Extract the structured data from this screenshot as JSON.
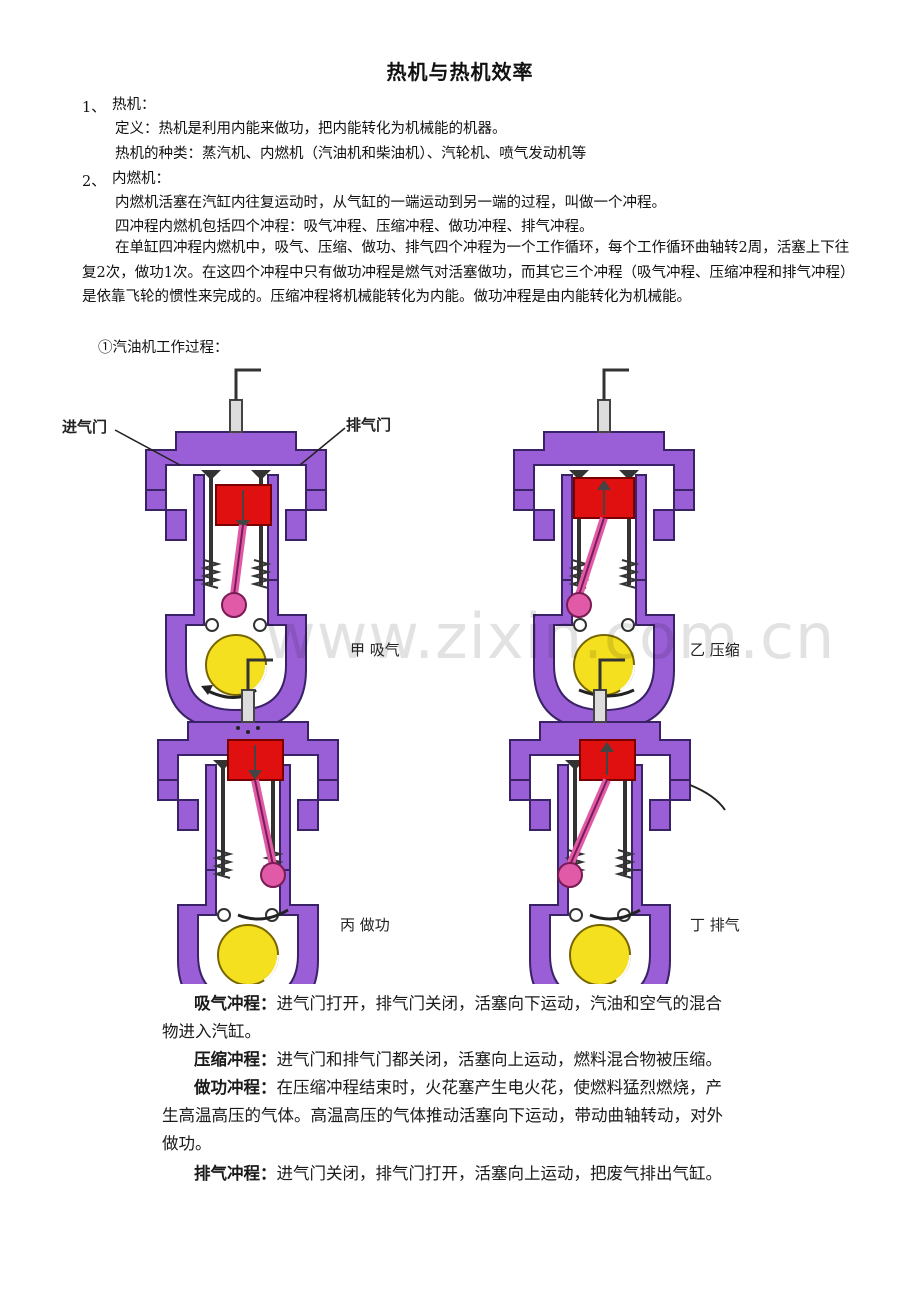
{
  "doc": {
    "title": "热机与热机效率",
    "s1": {
      "num": "1、",
      "heading": "热机：",
      "def": "定义：热机是利用内能来做功，把内能转化为机械能的机器。",
      "kinds": "热机的种类：蒸汽机、内燃机（汽油机和柴油机）、汽轮机、喷气发动机等"
    },
    "s2": {
      "num": "2、",
      "heading": "内燃机：",
      "p1": "内燃机活塞在汽缸内往复运动时，从气缸的一端运动到另一端的过程，叫做一个冲程。",
      "p2": "四冲程内燃机包括四个冲程：吸气冲程、压缩冲程、做功冲程、排气冲程。",
      "p3": "在单缸四冲程内燃机中，吸气、压缩、做功、排气四个冲程为一个工作循环，每个工作循环曲轴转2周，活塞上下往复2次，做功1次。在这四个冲程中只有做功冲程是燃气对活塞做功，而其它三个冲程（吸气冲程、压缩冲程和排气冲程）是依靠飞轮的惯性来完成的。压缩冲程将机械能转化为内能。做功冲程是由内能转化为机械能。",
      "sub": "①汽油机工作过程："
    }
  },
  "figure": {
    "labels": {
      "intake_valve": "进气门",
      "exhaust_valve": "排气门"
    },
    "panels": [
      {
        "caption": "甲 吸气"
      },
      {
        "caption": "乙 压缩"
      },
      {
        "caption": "丙  做功"
      },
      {
        "caption": "丁  排气"
      }
    ],
    "watermark": "www.zixin.com.cn",
    "colors": {
      "casing": "#9a5fd6",
      "piston": "#e01010",
      "flywheel": "#f5e020",
      "crank": "#e05aa8"
    }
  },
  "strokes": {
    "intake": {
      "name": "吸气冲程：",
      "text1": "进气门打开，排气门关闭，活塞向下运动，汽油和空气的混合",
      "text2": "物进入汽缸。"
    },
    "compress": {
      "name": "压缩冲程：",
      "text1": "进气门和排气门都关闭，活塞向上运动，燃料混合物被压缩。"
    },
    "power": {
      "name": "做功冲程：",
      "text1": "在压缩冲程结束时，火花塞产生电火花，使燃料猛烈燃烧，产",
      "text2": "生高温高压的气体。高温高压的气体推动活塞向下运动，带动曲轴转动，对外",
      "text3": "做功。"
    },
    "exhaust": {
      "name": "排气冲程：",
      "text1": "进气门关闭，排气门打开，活塞向上运动，把废气排出气缸。"
    }
  }
}
